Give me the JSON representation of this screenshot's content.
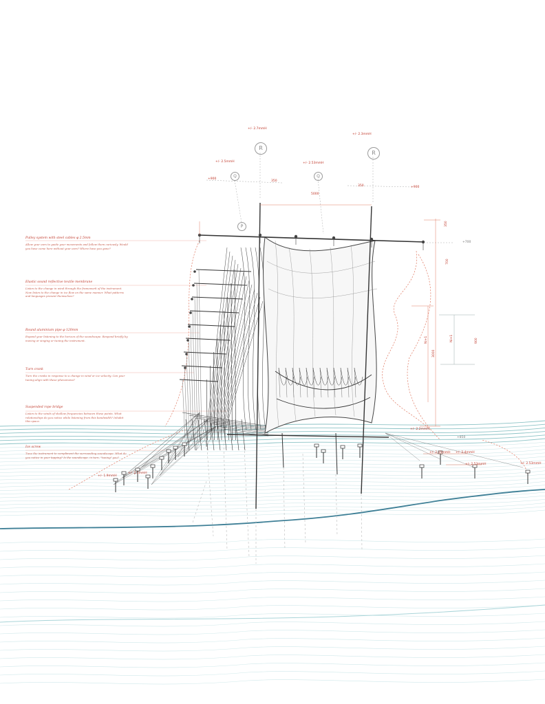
{
  "annotations": [
    {
      "title": "Pulley system with steel cables φ 2.5mm",
      "body": "Allow your ears to guide your movements and follow them curiously. Would you have come here without your ears? Where have you gone?"
    },
    {
      "title": "Elastic sound reflective textile membrane",
      "body": "Listen to the change in wind through the framework of the instrument. Now listen to the change in ice flow on the same manner. What patterns and languages present themselves?"
    },
    {
      "title": "Round aluminium pipe φ 120mm",
      "body": "Expand your listening to the horizon of the soundscape. Respond briefly by moving or singing or tuning the instrument."
    },
    {
      "title": "Turn crank",
      "body": "Turn the cranks in response to a change in wind or ice velocity. Can your tuning align with these phenomena?"
    },
    {
      "title": "Suspended rope bridge",
      "body": "Listen to the winds of shallow frequencies between these points. What relationships do you notice while listening from this bandwidth? Inhabit this space."
    },
    {
      "title": "Ice screw",
      "body": "Tune the instrument to compliment the surrounding soundscape. What do you notice in your tapping? Is the soundscape, in turn, \"tuning\" you?"
    }
  ],
  "markers": {
    "r_left": "R",
    "r_right": "R",
    "q_left": "Q",
    "q_right": "Q",
    "p": "P"
  },
  "dimensions": {
    "elev_top_left": "+/- 2.7mmH",
    "elev_top_right": "+/- 2.3mmH",
    "elev_q_left": "+/- 2.5mmH",
    "elev_q_mid": "+/- 2.53mmH",
    "plus900_left": "+900",
    "plus900_right": "+900",
    "d350_left": "350",
    "d350_right": "350",
    "d5000": "5000",
    "right_top": "+700",
    "right_mid": "+850",
    "v_350": "350",
    "v_700": "700",
    "v_3000": "3000",
    "v_var_a": "Ni+1",
    "v_var_b": "Ni+1",
    "v_900": "900",
    "screw_a": "+/- 1.9mmH",
    "screw_b": "+/- 2.1mmH",
    "screw_c": "+/- 2.2mmH",
    "screw_d": "+/- 2.15mmH",
    "screw_e": "+/- 2.4mmH",
    "screw_f": "+/- 2.53mmH",
    "screw_g": "+/- 2.53mmH"
  },
  "colors": {
    "annotation": "#c0392b",
    "structure": "#2b2b2b",
    "membrane": "#555555",
    "water": "#7fbcc0",
    "shoreline": "#3e7f96",
    "ground": "#b8dde0",
    "dashed": "#e07a63"
  }
}
